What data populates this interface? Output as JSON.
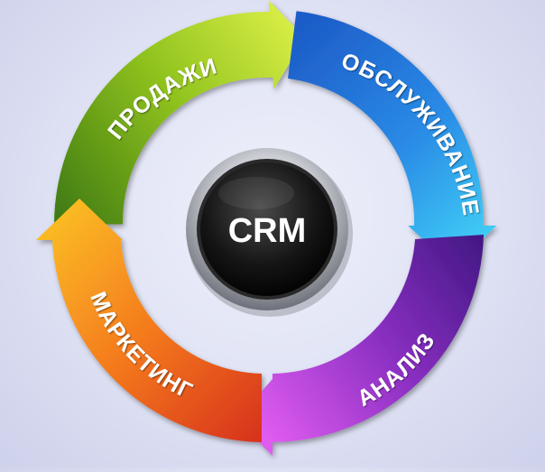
{
  "hub": {
    "label": "CRM"
  },
  "cycle": [
    {
      "id": "sales",
      "label": "ПРОДАЖИ",
      "color_light": "#c8e23a",
      "color_dark": "#3f7a12"
    },
    {
      "id": "service",
      "label": "ОБСЛУЖИВАНИЕ",
      "color_light": "#39d5f5",
      "color_dark": "#1d5cc8"
    },
    {
      "id": "analysis",
      "label": "АНАЛИЗ",
      "color_light": "#d84ae8",
      "color_dark": "#4b1a8c"
    },
    {
      "id": "marketing",
      "label": "МАРКЕТИНГ",
      "color_light": "#f9b21f",
      "color_dark": "#e2461b"
    }
  ]
}
